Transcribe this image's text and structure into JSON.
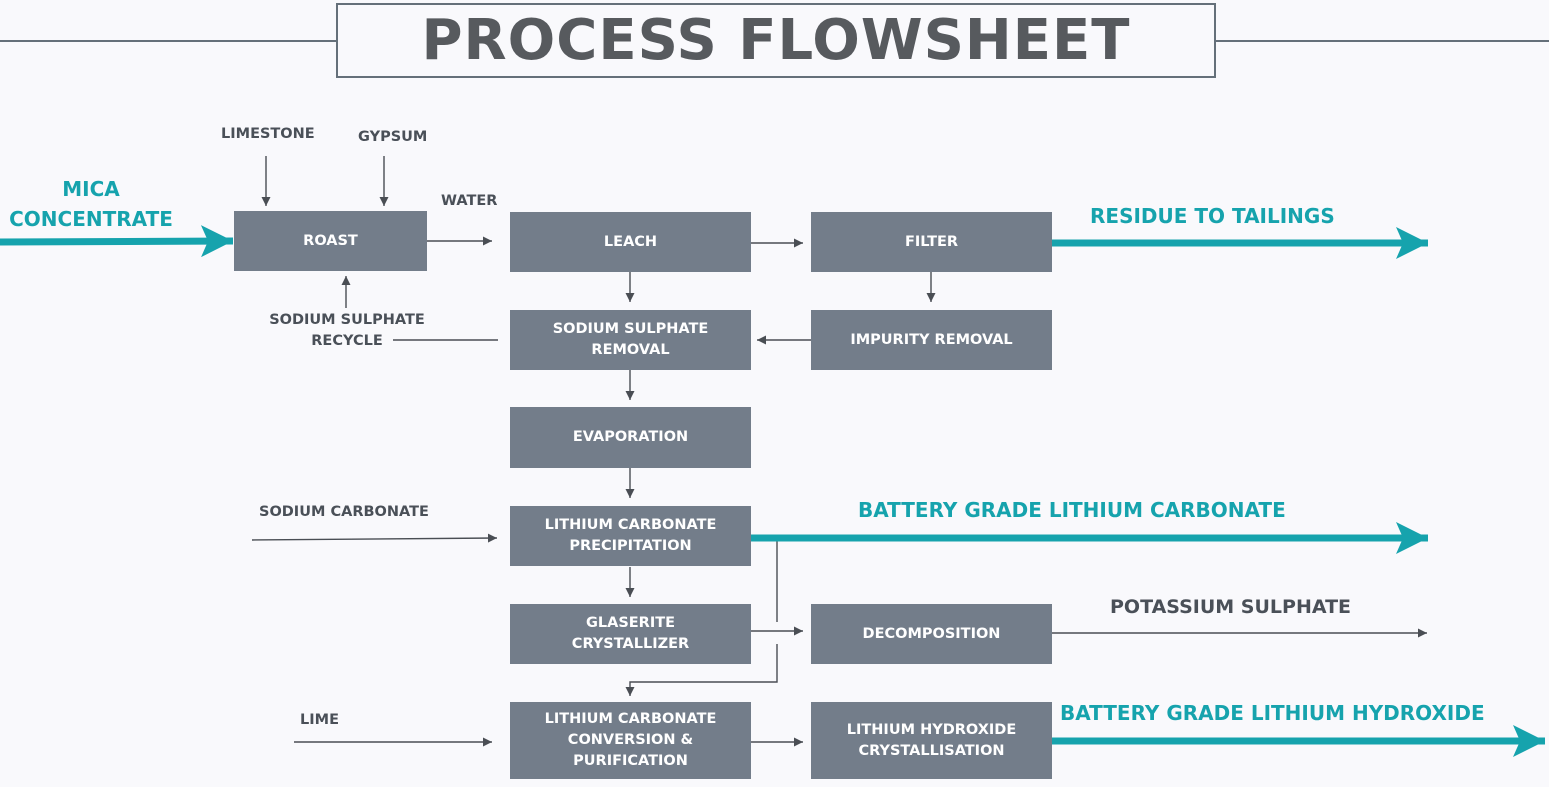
{
  "title": "PROCESS FLOWSHEET",
  "colors": {
    "box": "#737d8a",
    "accent": "#16a3ad",
    "arrow": "#4a4e54",
    "title_text": "#575a5e"
  },
  "inputs": {
    "mica_concentrate": [
      "MICA",
      "CONCENTRATE"
    ],
    "limestone": "LIMESTONE",
    "gypsum": "GYPSUM",
    "water": "WATER",
    "sodium_sulphate_recycle": [
      "SODIUM SULPHATE",
      "RECYCLE"
    ],
    "sodium_carbonate": "SODIUM CARBONATE",
    "lime": "LIME"
  },
  "boxes": {
    "roast": "ROAST",
    "leach": "LEACH",
    "filter": "FILTER",
    "sodium_sulphate_removal": [
      "SODIUM SULPHATE",
      "REMOVAL"
    ],
    "impurity_removal": "IMPURITY REMOVAL",
    "evaporation": "EVAPORATION",
    "lithium_carbonate_precipitation": [
      "LITHIUM CARBONATE",
      "PRECIPITATION"
    ],
    "glaserite_crystallizer": [
      "GLASERITE",
      "CRYSTALLIZER"
    ],
    "decomposition": "DECOMPOSITION",
    "lithium_carbonate_conversion": [
      "LITHIUM CARBONATE",
      "CONVERSION &",
      "PURIFICATION"
    ],
    "lithium_hydroxide_crystallisation": [
      "LITHIUM HYDROXIDE",
      "CRYSTALLISATION"
    ]
  },
  "outputs": {
    "residue_to_tailings": "RESIDUE TO TAILINGS",
    "battery_grade_lithium_carbonate": "BATTERY GRADE LITHIUM CARBONATE",
    "potassium_sulphate": "POTASSIUM SULPHATE",
    "battery_grade_lithium_hydroxide": "BATTERY GRADE LITHIUM HYDROXIDE"
  }
}
